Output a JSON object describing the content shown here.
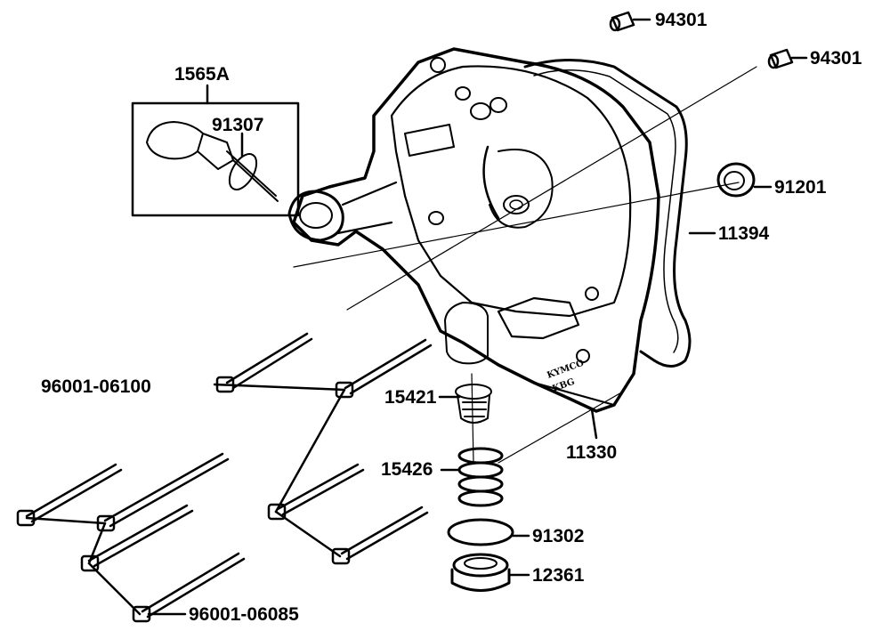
{
  "diagram": {
    "callouts": [
      {
        "id": "c-94301-top",
        "part": "94301"
      },
      {
        "id": "c-94301-right",
        "part": "94301"
      },
      {
        "id": "c-1565a",
        "part": "1565A"
      },
      {
        "id": "c-91307",
        "part": "91307"
      },
      {
        "id": "c-91201",
        "part": "91201"
      },
      {
        "id": "c-11394",
        "part": "11394"
      },
      {
        "id": "c-96001-06100",
        "part": "96001-06100"
      },
      {
        "id": "c-15421",
        "part": "15421"
      },
      {
        "id": "c-11330",
        "part": "11330"
      },
      {
        "id": "c-15426",
        "part": "15426"
      },
      {
        "id": "c-91302",
        "part": "91302"
      },
      {
        "id": "c-12361",
        "part": "12361"
      },
      {
        "id": "c-96001-06085",
        "part": "96001-06085"
      }
    ],
    "cover_stamp": {
      "line1": "KYMCO",
      "line2": "KBG"
    }
  }
}
